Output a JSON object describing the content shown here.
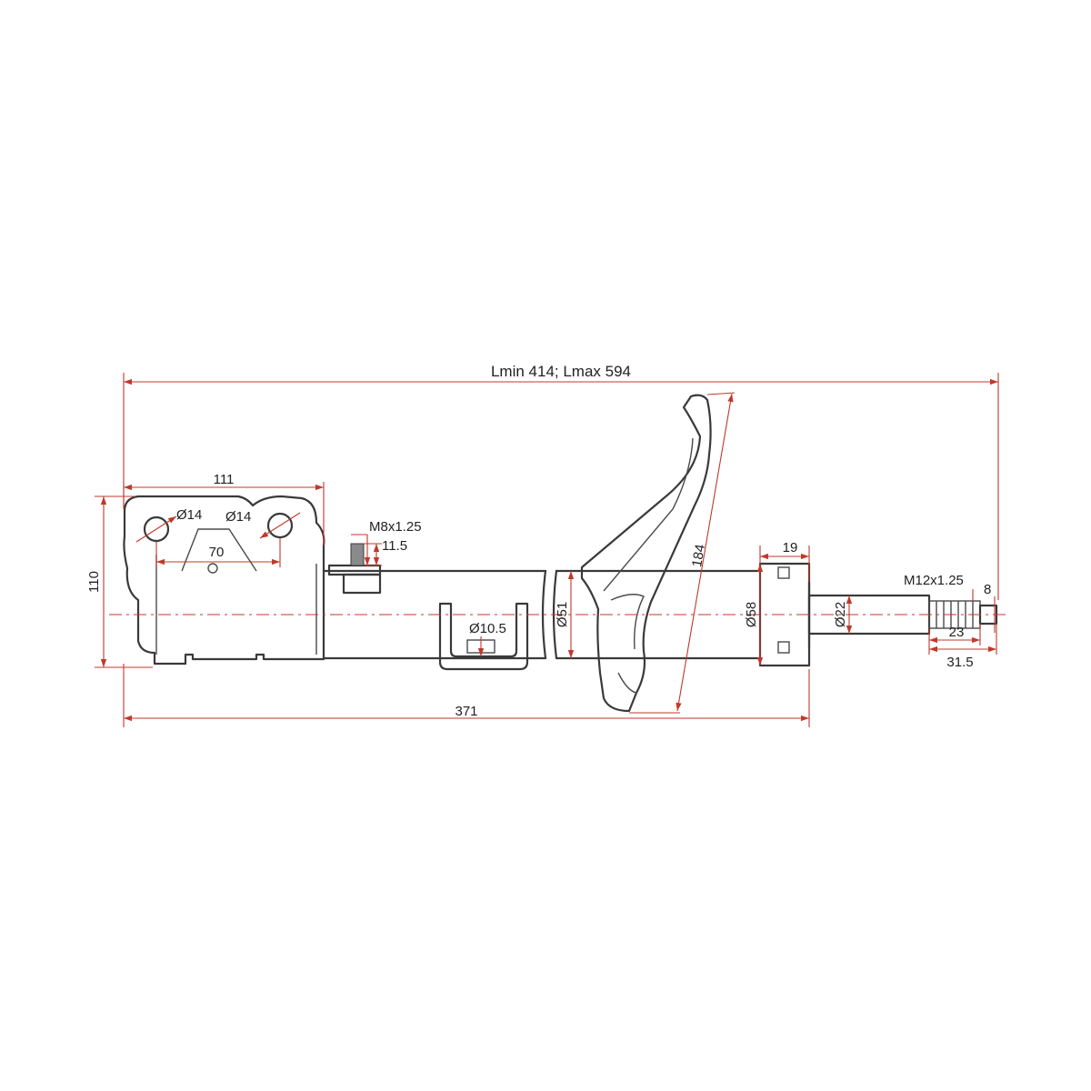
{
  "dimensions": {
    "overall_length": "Lmin 414; Lmax 594",
    "body_length": "371",
    "height": "110",
    "bracket_width": "111",
    "hole_1": "Ø14",
    "hole_2": "Ø14",
    "hole_spacing": "70",
    "sensor_thread": "M8x1.25",
    "sensor_height": "11.5",
    "bracket_hole": "Ø10.5",
    "tube_diameter": "Ø51",
    "spring_seat": "184",
    "top_cap_length": "19",
    "cap_diameter": "Ø58",
    "rod_diameter": "Ø22",
    "rod_thread": "M12x1.25",
    "thread_flat": "8",
    "thread_length": "23",
    "rod_end_length": "31.5"
  },
  "colors": {
    "dimension_lines": "#c0392b",
    "part_outline": "#3a3a3a"
  }
}
